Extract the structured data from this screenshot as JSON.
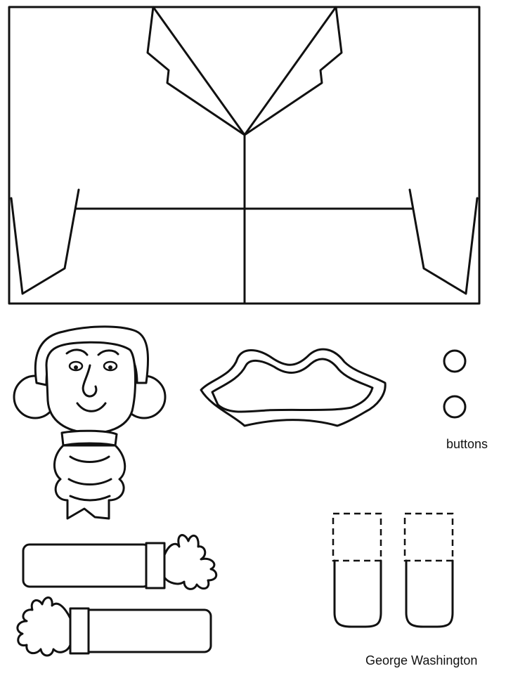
{
  "labels": {
    "buttons": "buttons",
    "caption": "George Washington"
  },
  "colors": {
    "ink": "#111111",
    "paper": "#ffffff"
  },
  "pieces": [
    "coat",
    "head-with-jabot",
    "tricorn-hat",
    "button",
    "button",
    "arm-left",
    "arm-right",
    "boot",
    "boot"
  ]
}
